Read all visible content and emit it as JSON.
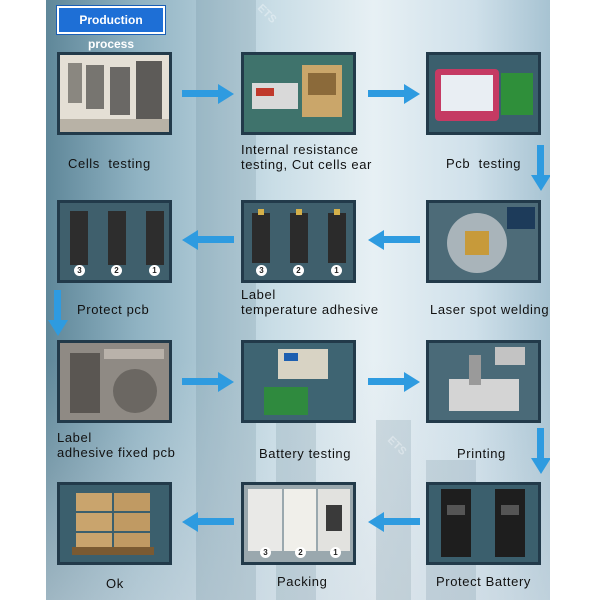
{
  "title": "Production process",
  "watermark": "ETS",
  "steps": [
    {
      "label": "Cells  testing"
    },
    {
      "label": "Internal resistance\ntesting, Cut cells ear"
    },
    {
      "label": "Pcb  testing"
    },
    {
      "label": "Laser spot welding"
    },
    {
      "label": "Label\ntemperature adhesive"
    },
    {
      "label": "Protect pcb"
    },
    {
      "label": "Label\nadhesive fixed pcb"
    },
    {
      "label": "Battery testing"
    },
    {
      "label": "Printing"
    },
    {
      "label": "Protect Battery"
    },
    {
      "label": "Packing"
    },
    {
      "label": "Ok"
    }
  ],
  "badges": [
    "3",
    "2",
    "1"
  ],
  "colors": {
    "arrow": "#2e9be0",
    "badge": "#1e6fd6",
    "frame": "#223a4a"
  }
}
